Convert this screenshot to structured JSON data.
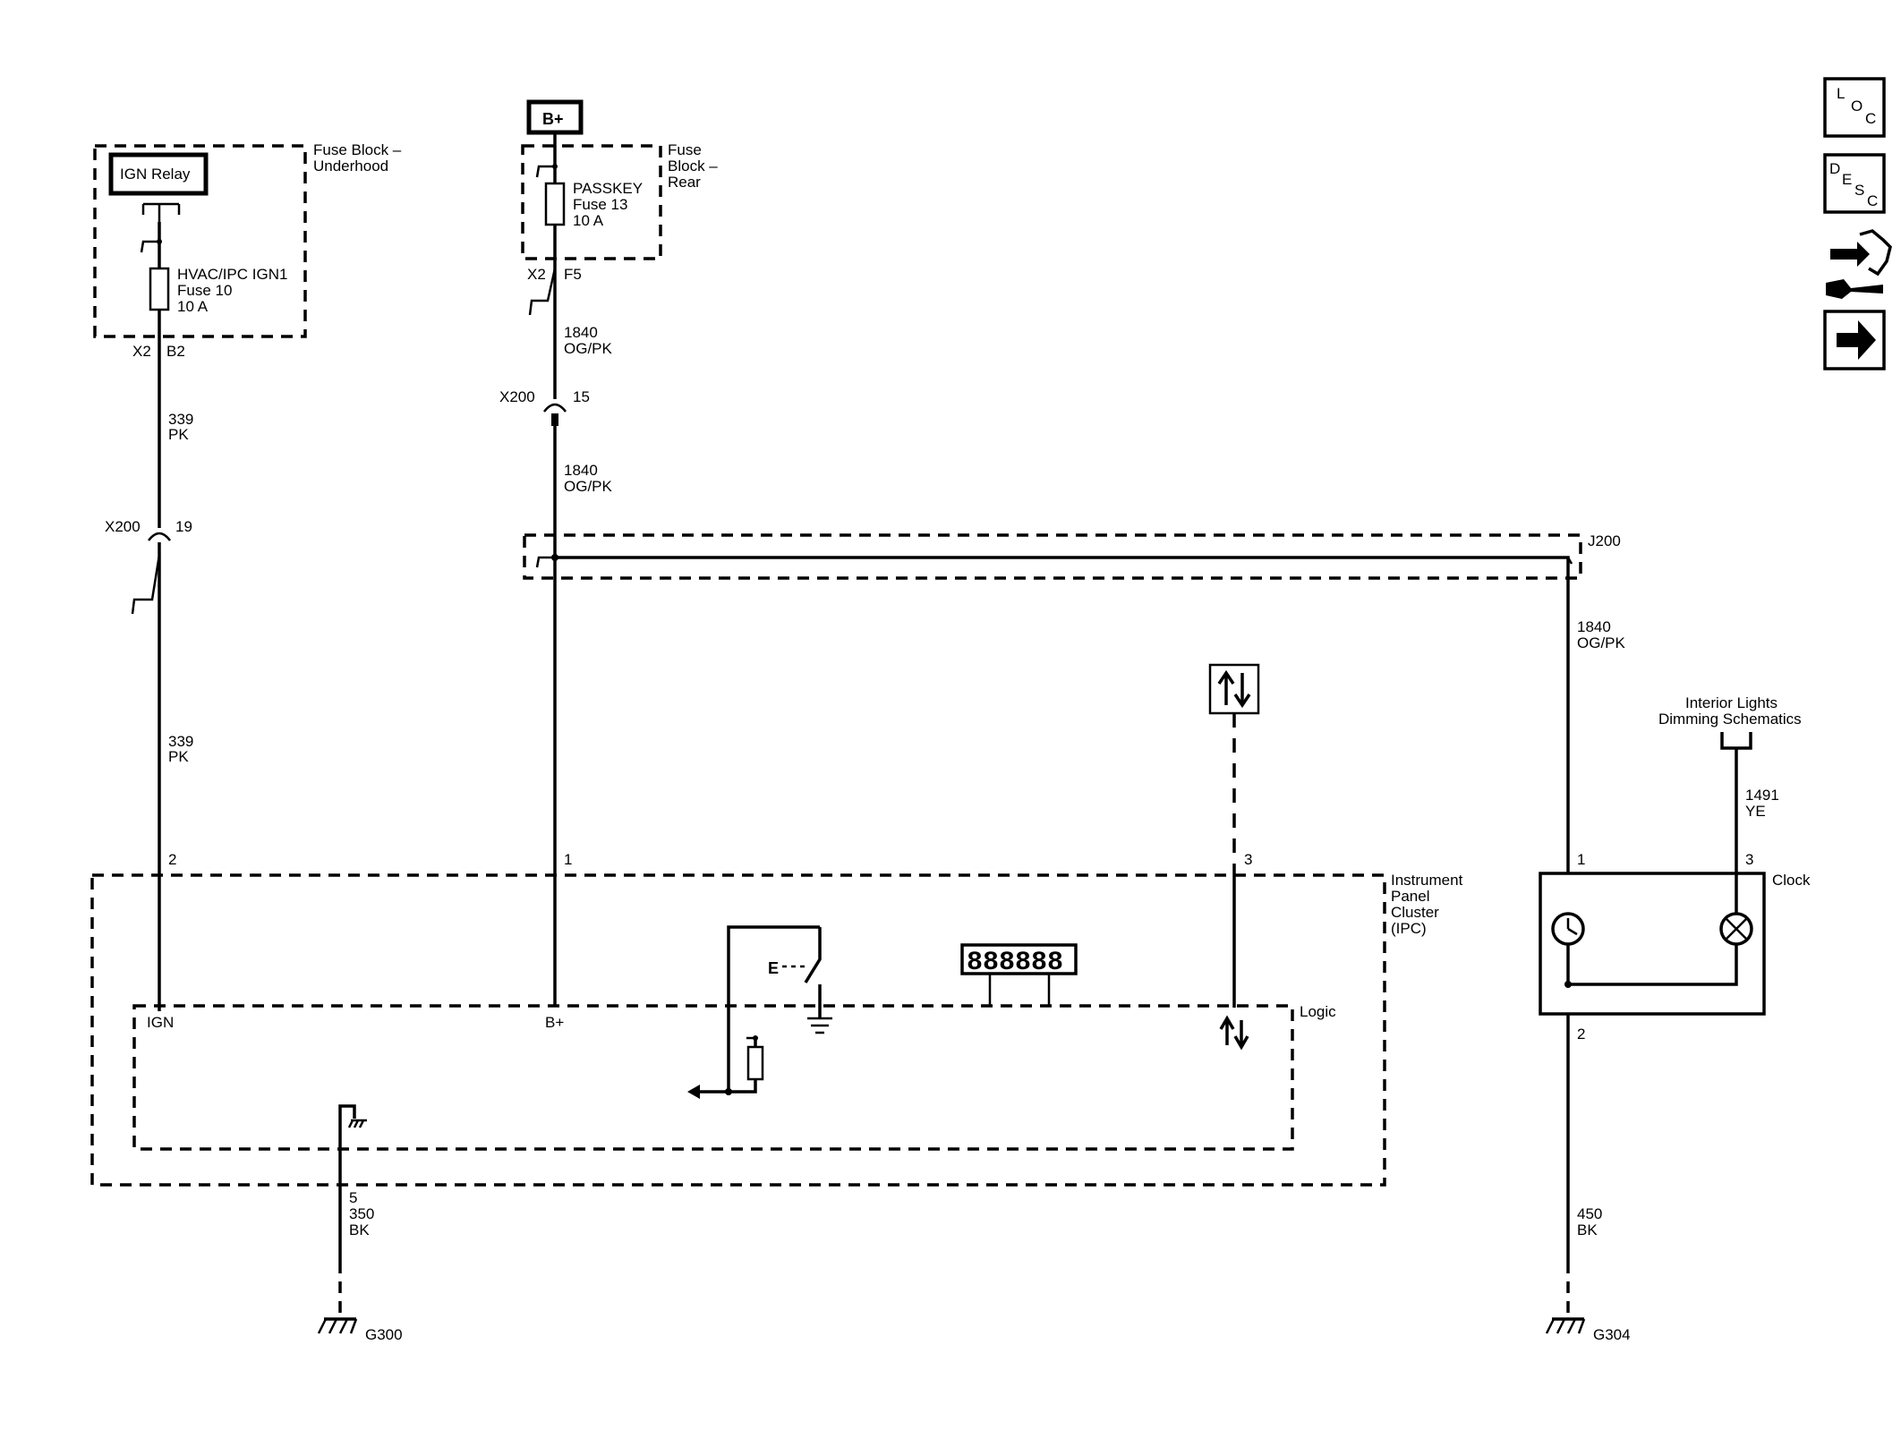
{
  "fuse_block_underhood": {
    "title": [
      "Fuse Block –",
      "Underhood"
    ],
    "relay": "IGN Relay",
    "fuse": [
      "HVAC/IPC IGN1",
      "Fuse 10",
      "10 A"
    ],
    "connector": "X2",
    "pin": "B2"
  },
  "b_plus_source": "B+",
  "fuse_block_rear": {
    "title": [
      "Fuse",
      "Block –",
      "Rear"
    ],
    "fuse": [
      "PASSKEY",
      "Fuse 13",
      "10 A"
    ],
    "connector": "X2",
    "pin": "F5"
  },
  "circuit_339": {
    "number": "339",
    "color": "PK"
  },
  "circuit_1840": {
    "number": "1840",
    "color": "OG/PK"
  },
  "circuit_350": {
    "number": "350",
    "color": "BK"
  },
  "circuit_450": {
    "number": "450",
    "color": "BK"
  },
  "circuit_1491": {
    "number": "1491",
    "color": "YE"
  },
  "x200_left": {
    "connector": "X200",
    "pin": "19"
  },
  "x200_mid": {
    "connector": "X200",
    "pin": "15"
  },
  "splice": "J200",
  "ipc": {
    "title": [
      "Instrument",
      "Panel",
      "Cluster",
      "(IPC)"
    ],
    "logic": "Logic",
    "pin_ign": "2",
    "pin_bplus": "1",
    "pin_data": "3",
    "pin_ground": "5",
    "label_ign": "IGN",
    "label_bplus": "B+",
    "display": "888888",
    "switch_label": "E"
  },
  "clock": {
    "title": "Clock",
    "pin_power": "1",
    "pin_dim": "3",
    "pin_ground": "2"
  },
  "dimming_ref": [
    "Interior Lights",
    "Dimming Schematics"
  ],
  "grounds": {
    "left": "G300",
    "right": "G304"
  },
  "nav_icons": {
    "loc": [
      "L",
      "O",
      "C"
    ],
    "desc": [
      "D",
      "E",
      "S",
      "C"
    ]
  }
}
